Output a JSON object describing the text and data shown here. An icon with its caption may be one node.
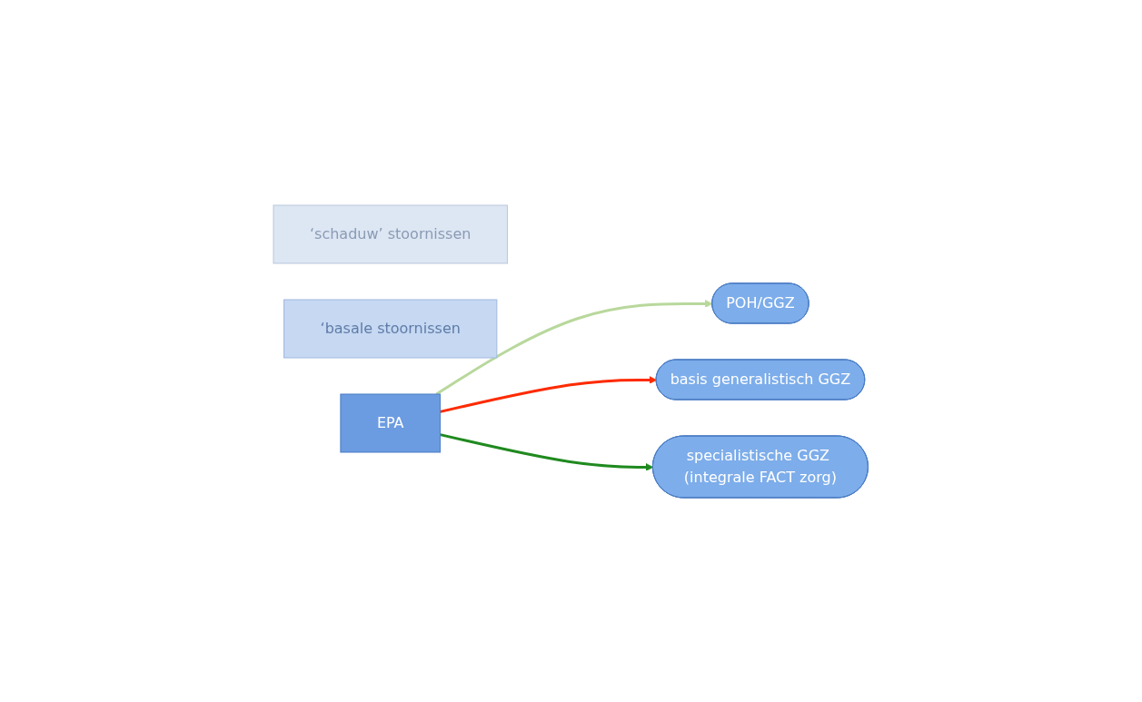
{
  "diagram": {
    "nodes": [
      {
        "text": [
          "‘schaduw’ stoornissen"
        ]
      },
      {
        "text": [
          "‘basale stoornissen"
        ]
      },
      {
        "text": [
          "EPA"
        ]
      },
      {
        "text": [
          "POH/GGZ"
        ]
      },
      {
        "text": [
          "basis generalistisch GGZ"
        ]
      },
      {
        "text": [
          "specialistische GGZ (integrale FACT zorg)"
        ]
      }
    ],
    "edges": [
      {
        "from": 2,
        "to": 3,
        "arrow": "to",
        "color": "#b8d89c"
      },
      {
        "from": 2,
        "to": 4,
        "arrow": "to",
        "color": "#ff2a00"
      },
      {
        "from": 2,
        "to": 5,
        "arrow": "to",
        "color": "#1f8a1f"
      }
    ]
  }
}
